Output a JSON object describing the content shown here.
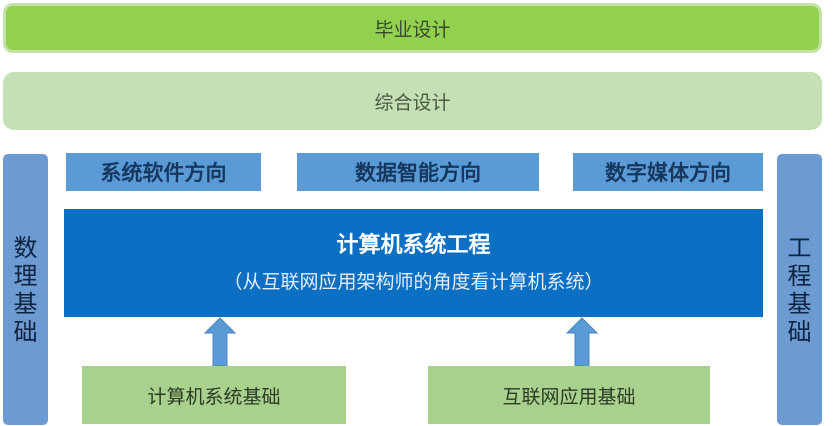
{
  "top": {
    "graduation_design": "毕业设计",
    "comprehensive_design": "综合设计"
  },
  "sides": {
    "left": [
      "数",
      "理",
      "基",
      "础"
    ],
    "right": [
      "工",
      "程",
      "基",
      "础"
    ]
  },
  "directions": [
    "系统软件方向",
    "数据智能方向",
    "数字媒体方向"
  ],
  "core": {
    "title": "计算机系统工程",
    "subtitle": "（从互联网应用架构师的角度看计算机系统）"
  },
  "foundations": [
    "计算机系统基础",
    "互联网应用基础"
  ],
  "colors": {
    "graduation": "#92d050",
    "comprehensive": "#c5e0b4",
    "side": "#6c9bd2",
    "direction": "#5b9bd5",
    "core": "#0b70c4",
    "foundation": "#a9d18e",
    "arrow": "#5b9bd5"
  }
}
